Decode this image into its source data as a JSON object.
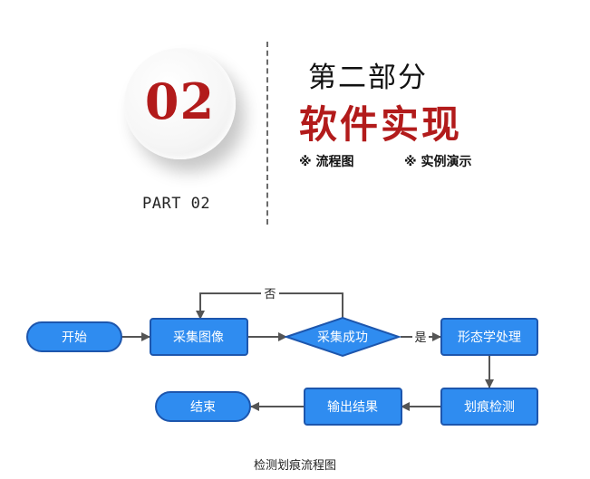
{
  "section": {
    "number": "02",
    "part": "PART 02",
    "title": "第二部分",
    "subtitle": "软件实现",
    "items": [
      "※ 流程图",
      "※ 实例演示"
    ]
  },
  "flowchart": {
    "caption": "检测划痕流程图",
    "nodes": {
      "start": "开始",
      "capture": "采集图像",
      "decision": "采集成功",
      "morph": "形态学处理",
      "detect": "划痕检测",
      "output": "输出结果",
      "end": "结束"
    },
    "edges": {
      "no": "否",
      "yes": "是"
    },
    "colors": {
      "node_fill": "#2f8cf0",
      "node_stroke": "#1d56ad",
      "line": "#555555"
    }
  }
}
